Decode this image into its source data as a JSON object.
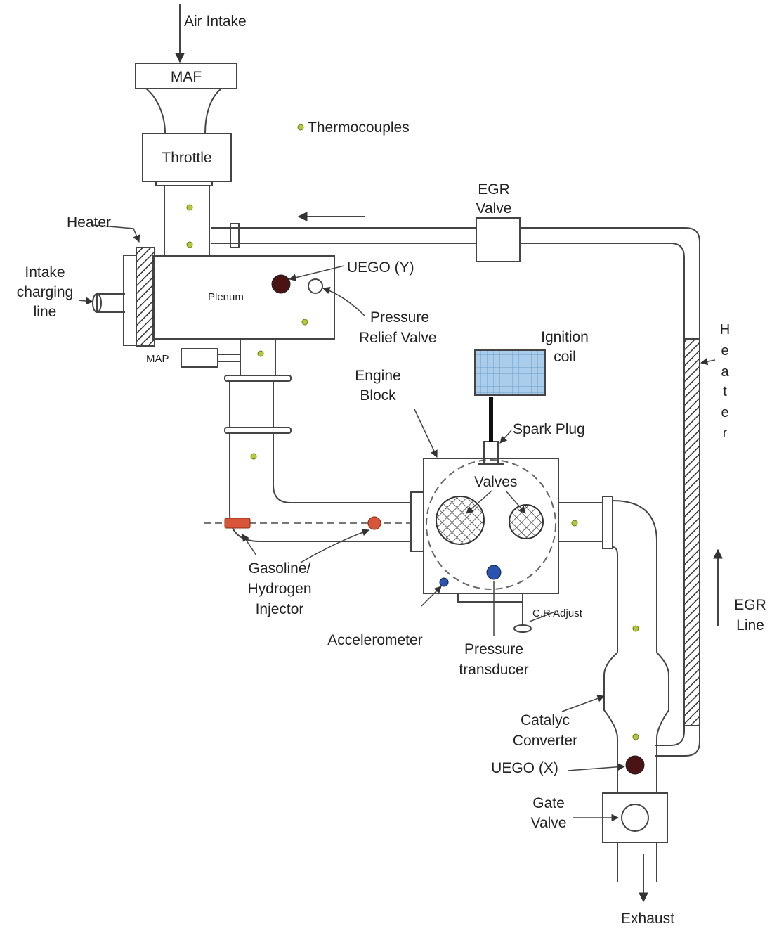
{
  "labels": {
    "air_intake": "Air Intake",
    "maf": "MAF",
    "throttle": "Throttle",
    "thermocouples": "Thermocouples",
    "egr_valve_1": "EGR",
    "egr_valve_2": "Valve",
    "heater_left": "Heater",
    "intake_charging_1": "Intake",
    "intake_charging_2": "charging",
    "intake_charging_3": "line",
    "plenum": "Plenum",
    "uego_y": "UEGO (Y)",
    "pressure_relief_1": "Pressure",
    "pressure_relief_2": "Relief Valve",
    "map": "MAP",
    "ignition_coil_1": "Ignition",
    "ignition_coil_2": "coil",
    "engine_block_1": "Engine",
    "engine_block_2": "Block",
    "spark_plug": "Spark Plug",
    "valves": "Valves",
    "heater_right": [
      "H",
      "e",
      "a",
      "t",
      "e",
      "r"
    ],
    "injector_1": "Gasoline/",
    "injector_2": "Hydrogen",
    "injector_3": "Injector",
    "accelerometer": "Accelerometer",
    "pressure_transducer_1": "Pressure",
    "pressure_transducer_2": "transducer",
    "cr_adjust": "C.R Adjust",
    "egr_line_1": "EGR",
    "egr_line_2": "Line",
    "catalytic_1": "Catalyc",
    "catalytic_2": "Converter",
    "uego_x": "UEGO (X)",
    "gate_valve_1": "Gate",
    "gate_valve_2": "Valve",
    "exhaust": "Exhaust"
  },
  "colors": {
    "thermocouple": "#b5c93a",
    "uego": "#4a1414",
    "injector": "#d9553a",
    "sensor_blue": "#2a52b0",
    "ignition_coil": "#a9cdea",
    "line": "#444444"
  }
}
